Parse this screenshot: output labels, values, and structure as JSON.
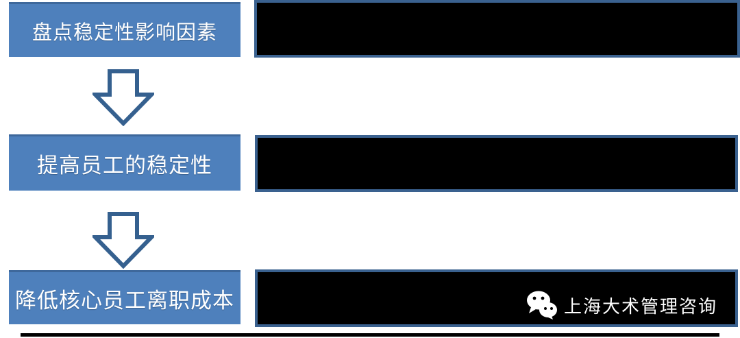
{
  "diagram": {
    "title": "employee-stability-flow",
    "steps": [
      {
        "label": "盘点稳定性影响因素",
        "content": ""
      },
      {
        "label": "提高员工的稳定性",
        "content": ""
      },
      {
        "label": "降低核心员工离职成本",
        "content": ""
      }
    ],
    "connector": "down-arrow"
  },
  "watermark": {
    "icon": "wechat-icon",
    "text": "上海大术管理咨询"
  },
  "colors": {
    "step_box_fill": "#4E80BC",
    "step_box_top_edge": "#3E689B",
    "redacted_box_fill": "#000000",
    "redacted_box_border": "#3A618F",
    "arrow_outline": "#35608F",
    "step_text": "#FFFFFF",
    "watermark_text": "#FFFFFF",
    "background": "#FFFFFF",
    "divider": "#000000"
  }
}
